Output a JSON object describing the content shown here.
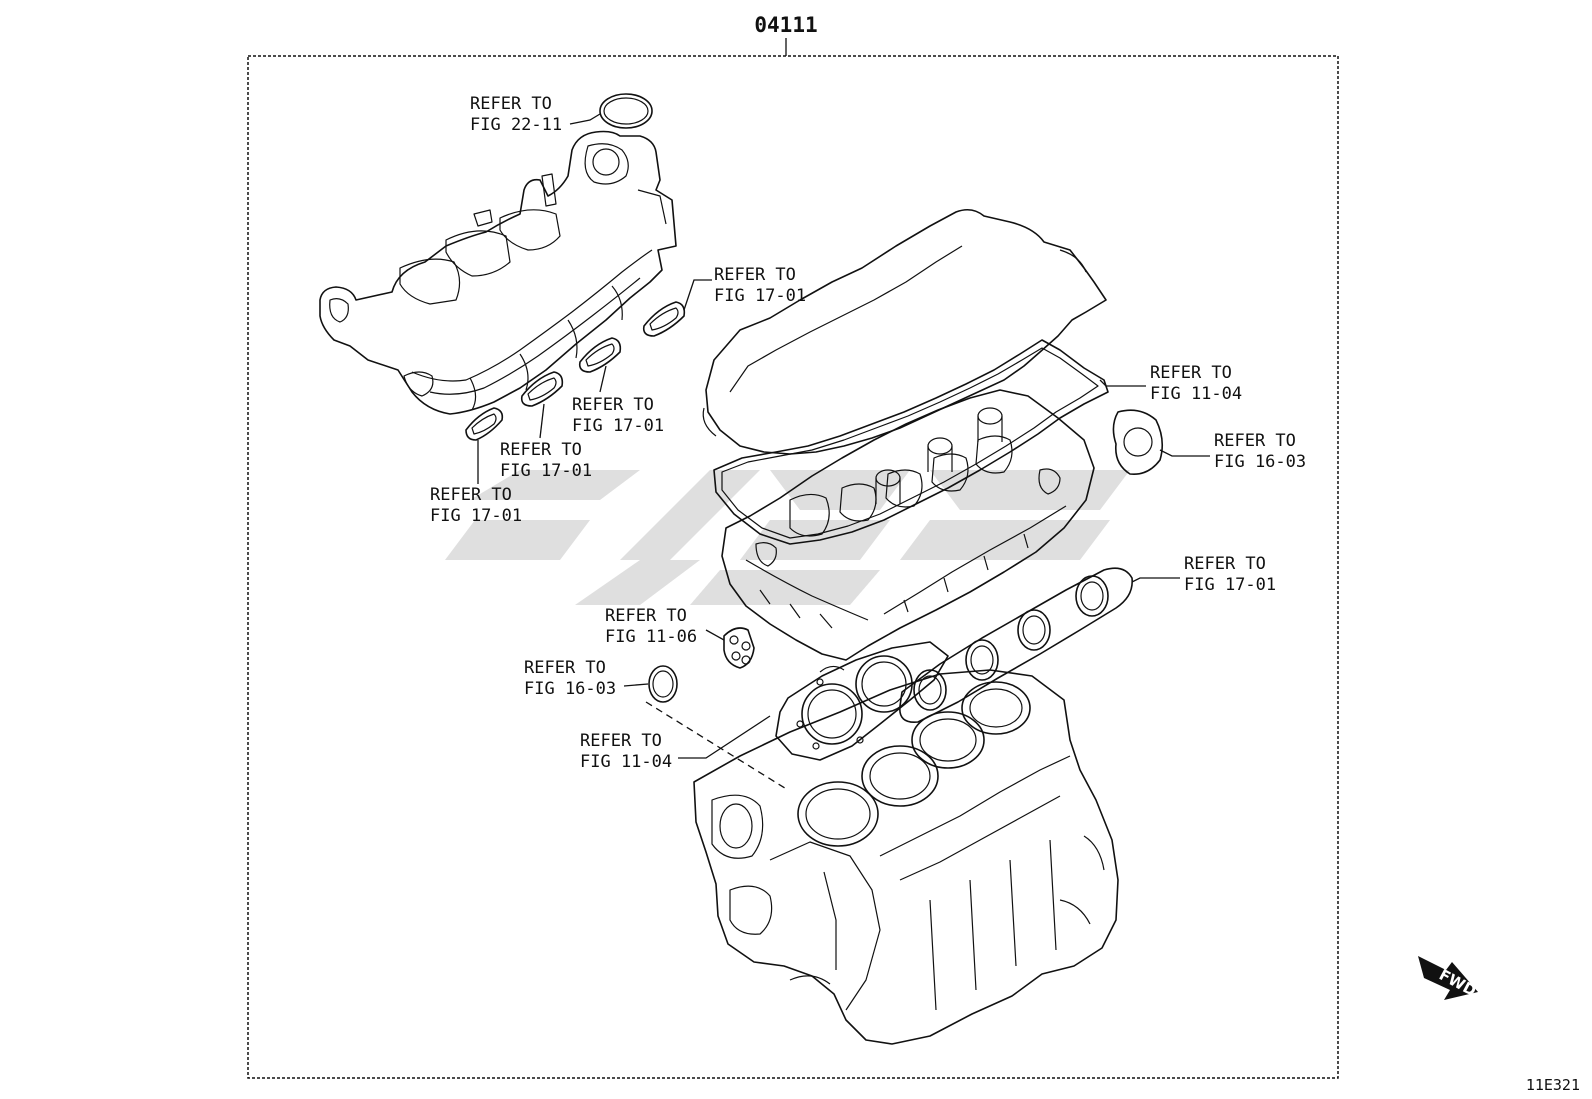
{
  "diagram": {
    "part_number": "04111",
    "figure_code": "11E321",
    "fwd_label": "FWD"
  },
  "callouts": [
    {
      "line1": "REFER TO",
      "line2": "FIG 22-11"
    },
    {
      "line1": "REFER TO",
      "line2": "FIG 17-01"
    },
    {
      "line1": "REFER TO",
      "line2": "FIG 17-01"
    },
    {
      "line1": "REFER TO",
      "line2": "FIG 17-01"
    },
    {
      "line1": "REFER TO",
      "line2": "FIG 17-01"
    },
    {
      "line1": "REFER TO",
      "line2": "FIG 11-04"
    },
    {
      "line1": "REFER TO",
      "line2": "FIG 16-03"
    },
    {
      "line1": "REFER TO",
      "line2": "FIG 17-01"
    },
    {
      "line1": "REFER TO",
      "line2": "FIG 11-06"
    },
    {
      "line1": "REFER TO",
      "line2": "FIG 16-03"
    },
    {
      "line1": "REFER TO",
      "line2": "FIG 11-04"
    }
  ]
}
